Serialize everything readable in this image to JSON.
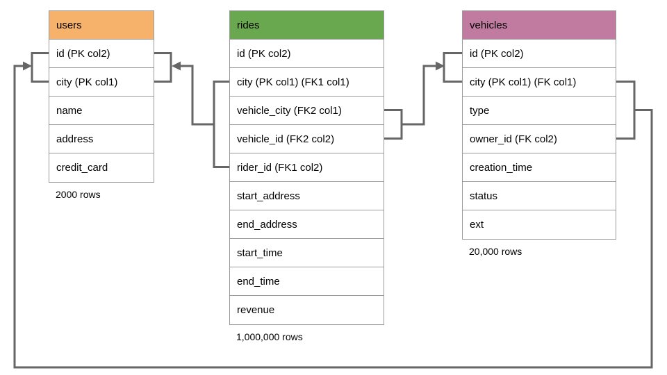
{
  "colors": {
    "background": "#FFFFFF",
    "users_header": "#F6B26B",
    "rides_header": "#6AA84F",
    "vehicles_header": "#C27BA0",
    "table_border": "#999999",
    "connector": "#666666",
    "text": "#000000"
  },
  "tables": {
    "users": {
      "name": "users",
      "columns": [
        "id (PK col2)",
        "city (PK col1)",
        "name",
        "address",
        "credit_card"
      ],
      "row_count": "2000 rows"
    },
    "rides": {
      "name": "rides",
      "columns": [
        "id (PK col2)",
        "city (PK col1) (FK1 col1)",
        "vehicle_city (FK2 col1)",
        "vehicle_id (FK2 col2)",
        "rider_id (FK1 col2)",
        "start_address",
        "end_address",
        "start_time",
        "end_time",
        "revenue"
      ],
      "row_count": "1,000,000 rows"
    },
    "vehicles": {
      "name": "vehicles",
      "columns": [
        "id (PK col2)",
        "city (PK col1) (FK col1)",
        "type",
        "owner_id (FK col2)",
        "creation_time",
        "status",
        "ext"
      ],
      "row_count": "20,000 rows"
    }
  },
  "relationships": [
    {
      "name": "FK1",
      "from": "rides (city, rider_id)",
      "to": "users (id, city)"
    },
    {
      "name": "FK2",
      "from": "rides (vehicle_city, vehicle_id)",
      "to": "vehicles (id, city)"
    },
    {
      "name": "FK",
      "from": "vehicles (city, owner_id)",
      "to": "users (id, city)"
    }
  ]
}
